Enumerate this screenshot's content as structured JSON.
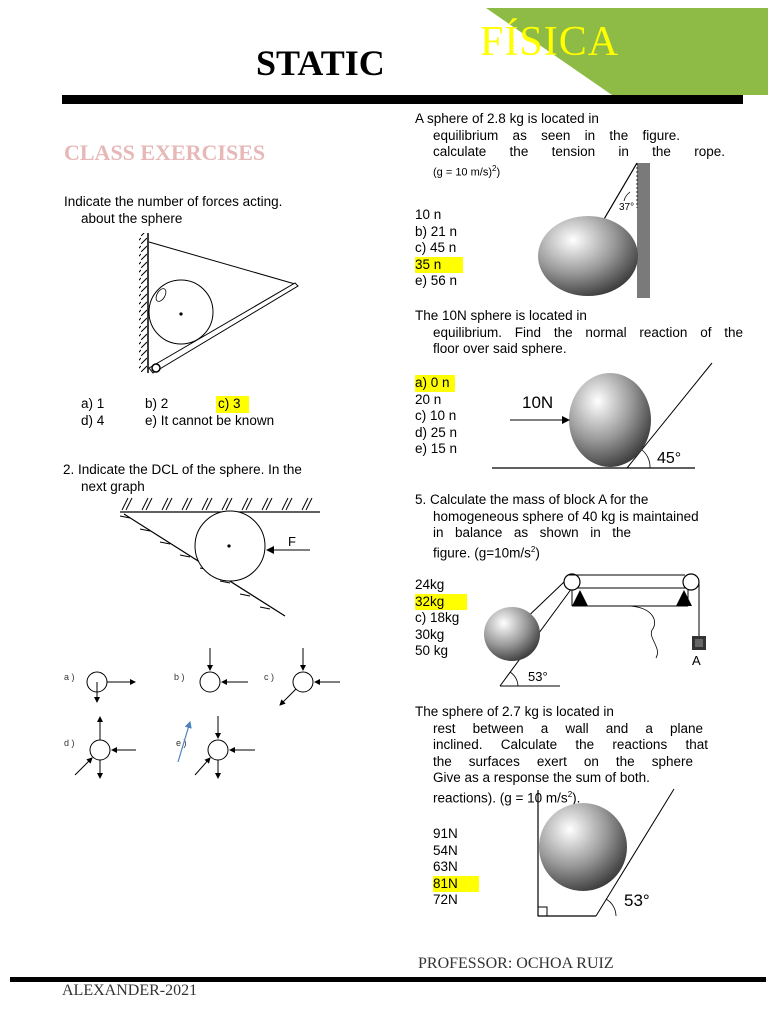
{
  "header": {
    "title": "STATIC",
    "subject": "FÍSICA",
    "section": "CLASS EXERCISES",
    "colors": {
      "banner": "#8dbb45",
      "subject": "#ffff00",
      "section": "#e6b8b7",
      "highlight": "#ffff00"
    }
  },
  "footer": {
    "professor": "PROFESSOR: OCHOA RUIZ",
    "author": "ALEXANDER-2021"
  },
  "left": {
    "q1": {
      "line1": "Indicate the number of forces acting.",
      "line2": "about the sphere",
      "answers": [
        "a) 1",
        "b) 2",
        "c) 3",
        "d) 4",
        "e) It cannot be known"
      ],
      "highlighted": "c) 3"
    },
    "q2": {
      "line1": "2. Indicate the DCL of the sphere. In the",
      "line2": "next graph",
      "force_label": "F",
      "option_labels": [
        "a )",
        "b )",
        "c )",
        "d )",
        "e )"
      ]
    }
  },
  "right": {
    "q3": {
      "line1": "A sphere of 2.8 kg is located in",
      "line2": "equilibrium as seen in the figure.",
      "line3": "calculate the tension in the rope.",
      "line4": "(g = 10 m/s)",
      "line4_sup": "2",
      "line4_end": ")",
      "angle": "37°",
      "answers": [
        "10 n",
        "b) 21 n",
        "c) 45 n",
        "35 n",
        "e) 56 n"
      ],
      "highlighted": "35 n"
    },
    "q4": {
      "line1": "The 10N sphere is located in",
      "line2": "equilibrium. Find the normal reaction of the",
      "line3": "floor over said sphere.",
      "force": "10N",
      "angle": "45°",
      "answers": [
        "a) 0 n",
        "20 n",
        "c) 10 n",
        "d) 25 n",
        "e) 15 n"
      ],
      "highlighted": "a) 0 n"
    },
    "q5": {
      "line1": "5. Calculate the mass of block A for the",
      "line2": "homogeneous sphere of 40 kg is maintained",
      "line3": "in balance as shown in the",
      "line4": "figure. (g=10m/s",
      "line4_sup": "2",
      "line4_end": ")",
      "block": "A",
      "angle": "53°",
      "answers": [
        "24kg",
        "32kg",
        "c) 18kg",
        "30kg",
        "50 kg"
      ],
      "highlighted": "32kg"
    },
    "q6": {
      "line1": "The sphere of 2.7 kg is located in",
      "line2": "rest between a wall and a plane",
      "line3": "inclined. Calculate the reactions that",
      "line4": "the surfaces exert on the sphere",
      "line5": "Give as a response the sum of both.",
      "line6": "reactions). (g = 10 m/s",
      "line6_sup": "2",
      "line6_end": ").",
      "angle": "53°",
      "answers": [
        "91N",
        "54N",
        "63N",
        "81N",
        "72N"
      ],
      "highlighted": "81N"
    }
  }
}
